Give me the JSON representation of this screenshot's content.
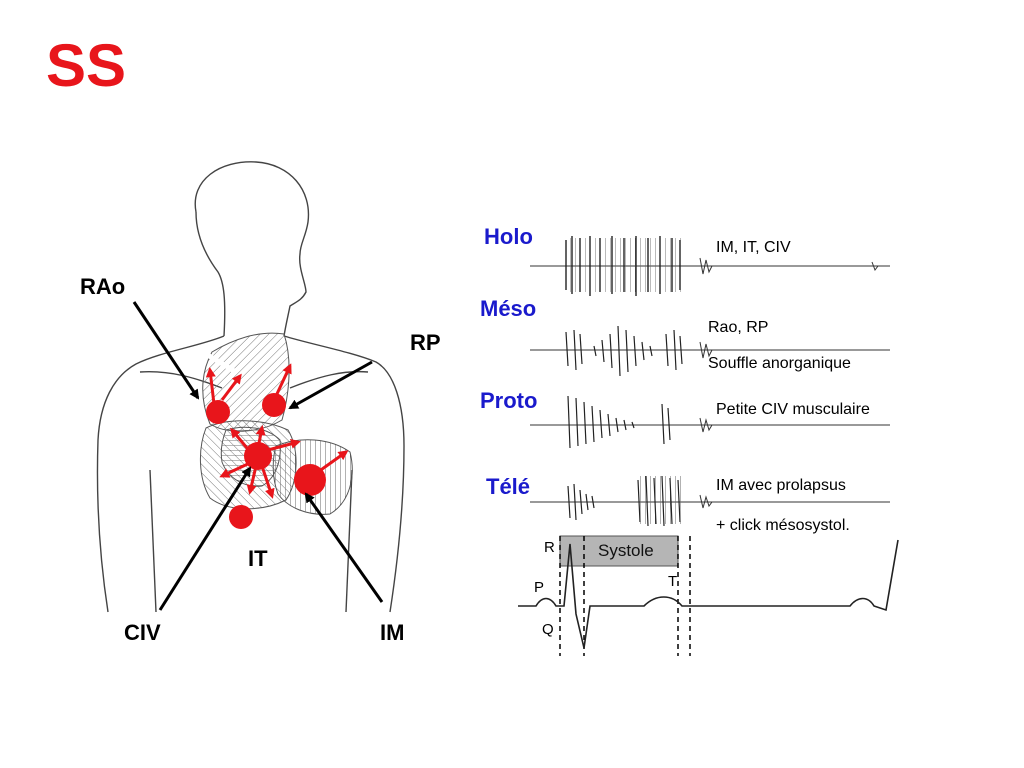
{
  "title": "SS",
  "body_labels": {
    "rao": "RAo",
    "rp": "RP",
    "it": "IT",
    "civ": "CIV",
    "im": "IM"
  },
  "murmur_types": [
    {
      "label": "Holo",
      "lines": [
        "IM, IT, CIV"
      ]
    },
    {
      "label": "Méso",
      "lines": [
        "Rao, RP",
        "Souffle anorganique"
      ]
    },
    {
      "label": "Proto",
      "lines": [
        "Petite CIV musculaire"
      ]
    },
    {
      "label": "Télé",
      "lines": [
        "IM avec prolapsus",
        "+ click mésosystol."
      ]
    }
  ],
  "ecg": {
    "systole_label": "Systole",
    "wave_labels": {
      "r": "R",
      "p": "P",
      "q": "Q",
      "t": "T"
    }
  },
  "colors": {
    "title": "#e8151b",
    "type_label": "#1a1acc",
    "focus_dot": "#e8151b",
    "arrow": "#000000"
  }
}
